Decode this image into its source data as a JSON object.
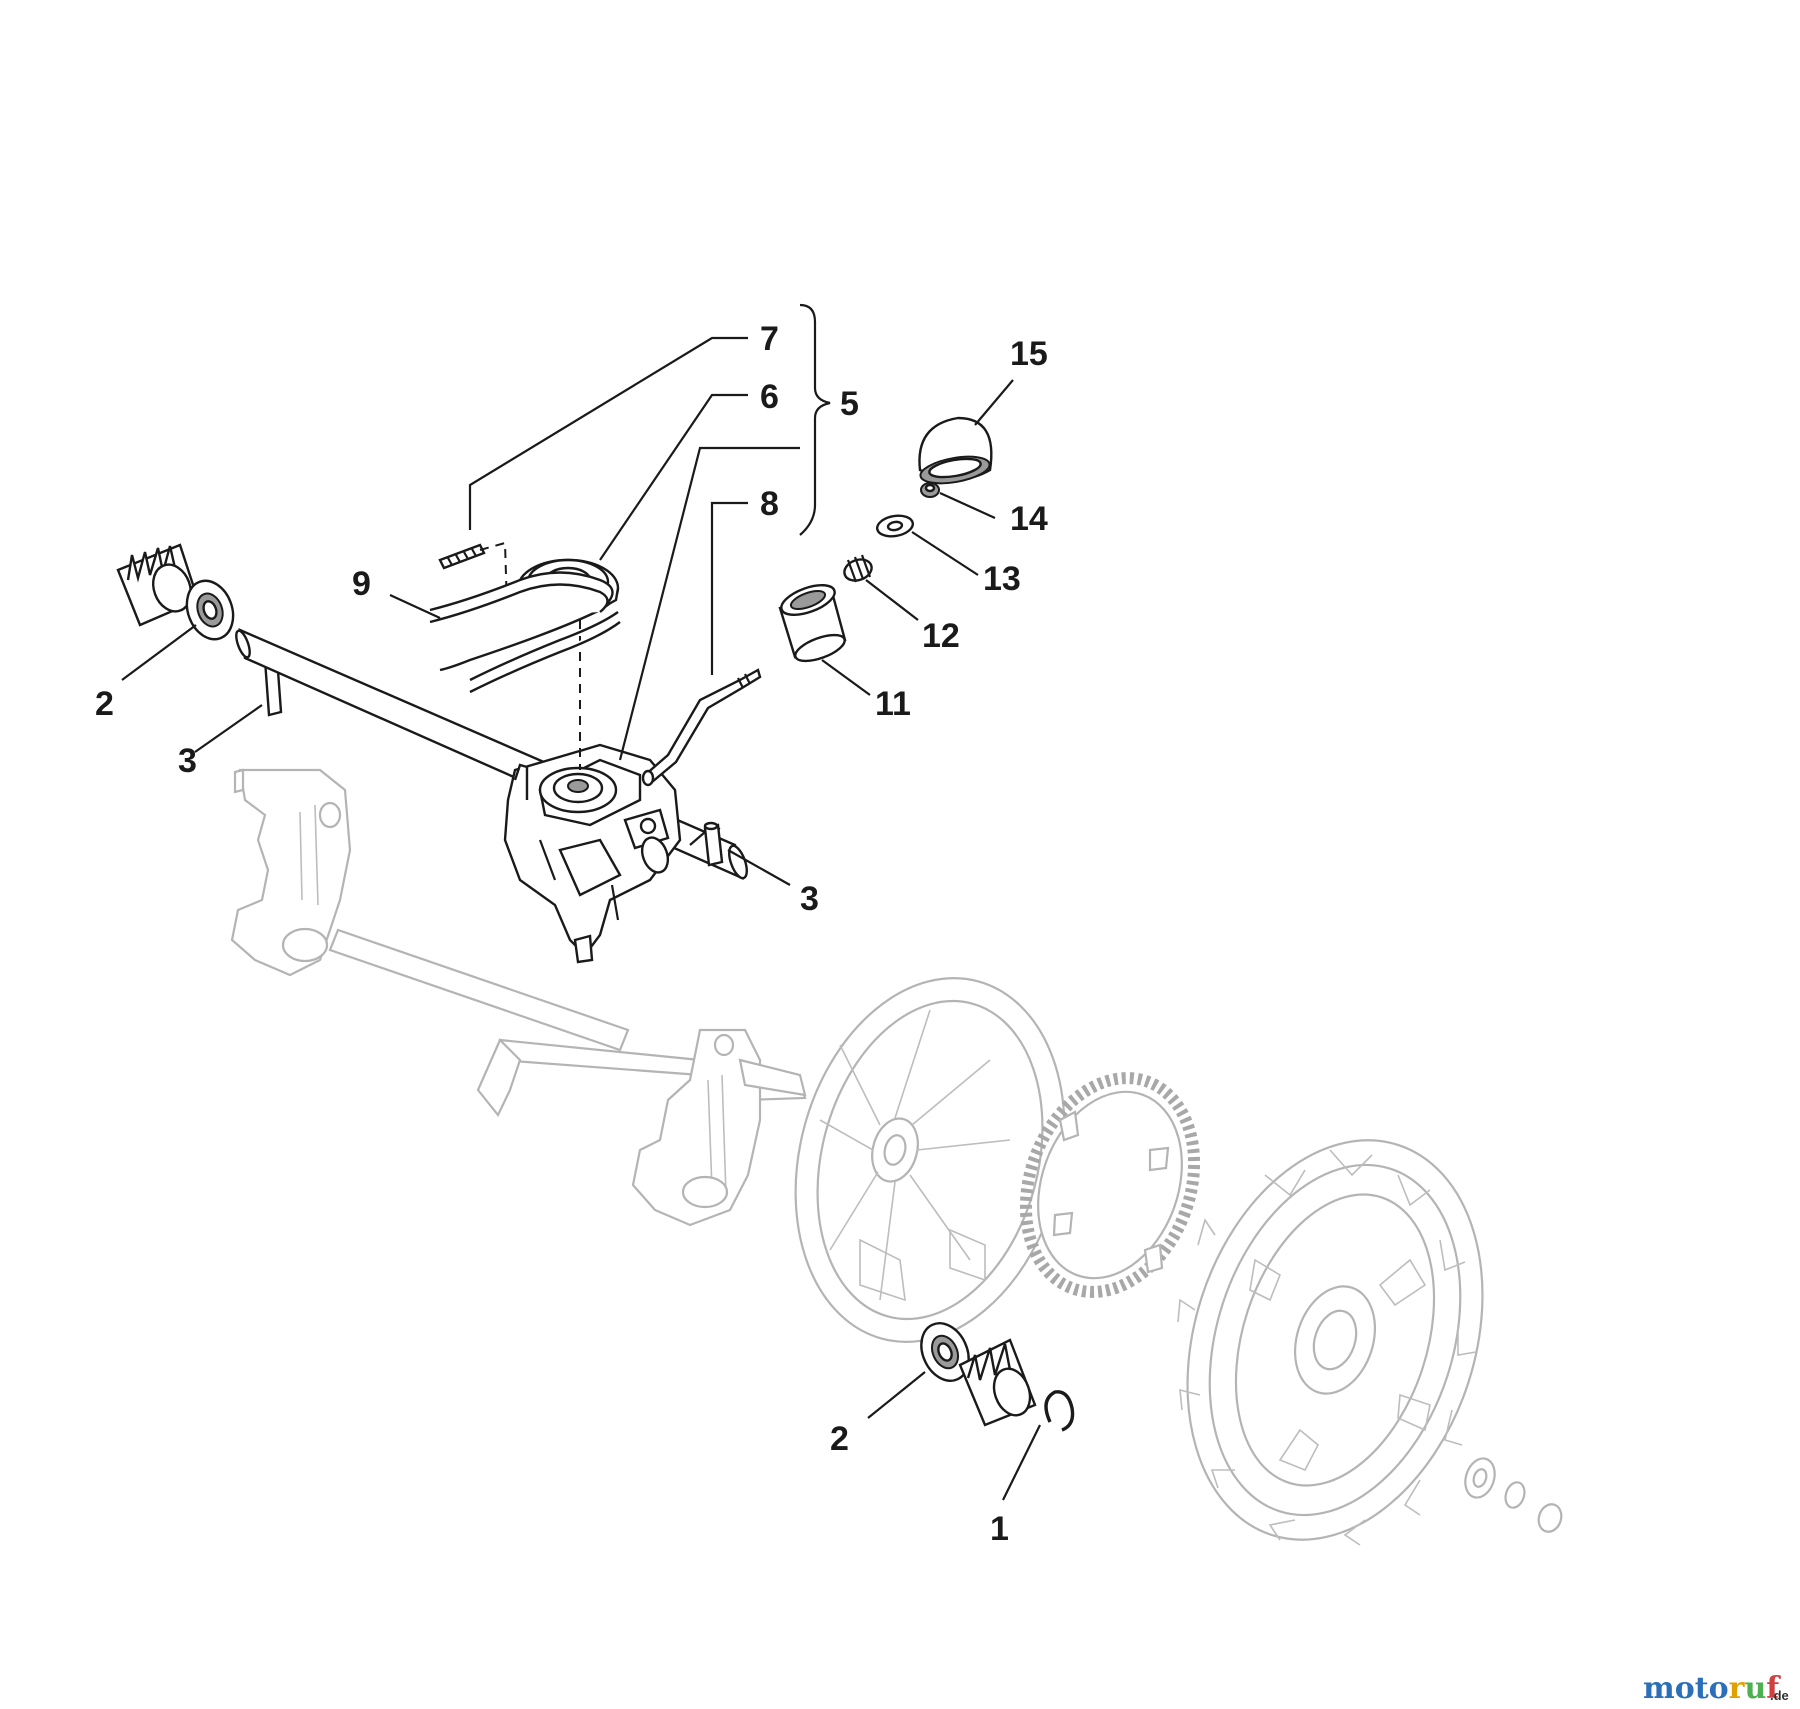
{
  "callouts": {
    "c1": "1",
    "c2a": "2",
    "c2b": "2",
    "c3a": "3",
    "c3b": "3",
    "c5": "5",
    "c6": "6",
    "c7": "7",
    "c8": "8",
    "c9": "9",
    "c11": "11",
    "c12": "12",
    "c13": "13",
    "c14": "14",
    "c15": "15"
  },
  "watermark": {
    "letters": [
      "m",
      "o",
      "t",
      "o",
      "r",
      "u",
      "f"
    ],
    "letter_colors": [
      "#2a6fb8",
      "#2a6fb8",
      "#2a6fb8",
      "#2a6fb8",
      "#e0a000",
      "#4caf50",
      "#d04040"
    ],
    "suffix": ".de"
  }
}
